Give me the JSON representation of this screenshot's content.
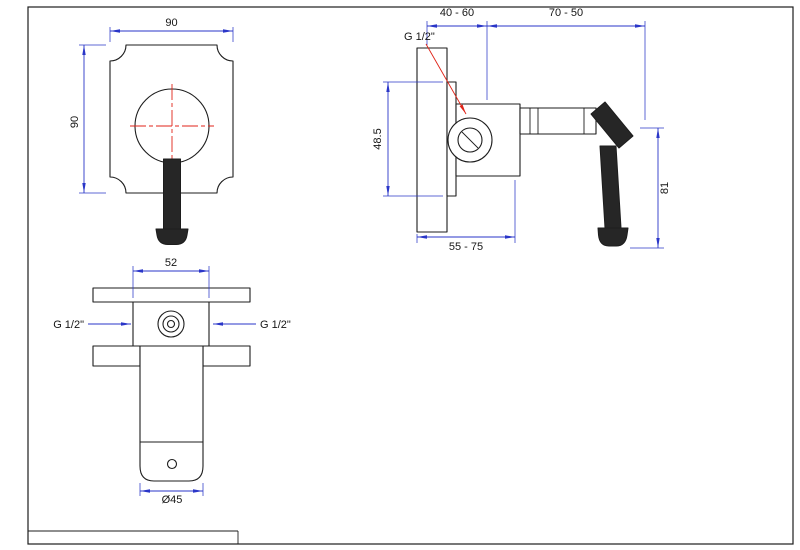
{
  "sheet": {
    "background": "#ffffff"
  },
  "colors": {
    "outline": "#1d1d1d",
    "dimension": "#2a36c8",
    "centerline": "#e02318",
    "text": "#161616",
    "dark_fill": "#262626"
  },
  "front_view": {
    "width_dim": "90",
    "height_dim": "90"
  },
  "side_view": {
    "recess_dim": "40 - 60",
    "projection_dim": "70 - 50",
    "thread_label": "G 1/2\"",
    "height_dim": "48.5",
    "depth_dim": "55 - 75",
    "handle_dim": "81"
  },
  "bottom_view": {
    "width_dim": "52",
    "thread_left": "G 1/2\"",
    "thread_right": "G 1/2\"",
    "diameter_dim": "Ø45"
  }
}
